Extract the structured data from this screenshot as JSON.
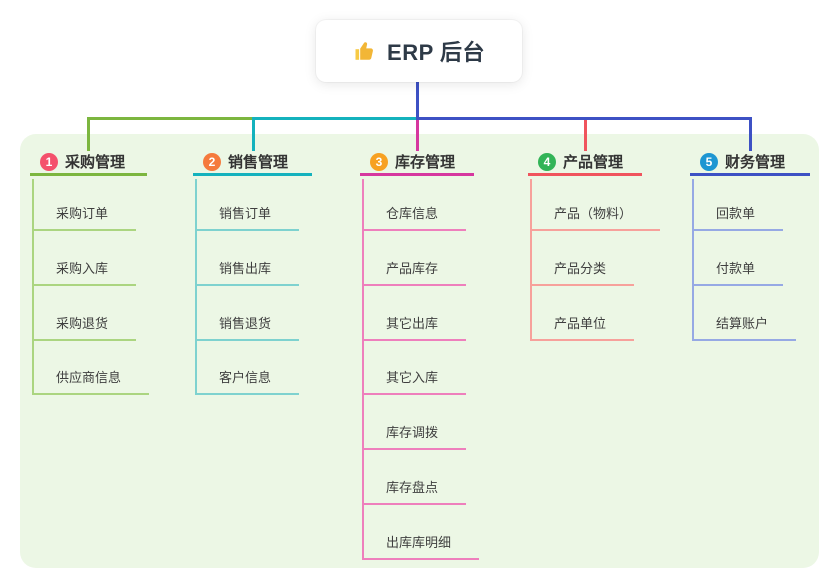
{
  "root": {
    "title": "ERP 后台",
    "icon": "thumbs-up-icon",
    "icon_color": "#f2b636",
    "connector_color": "#3d51c4"
  },
  "canvas": {
    "background": "#ffffff",
    "panel_color": "#ecf7e5"
  },
  "branches": [
    {
      "num": "1",
      "label": "采购管理",
      "badge_color": "#f4516c",
      "line_color": "#7cb63f",
      "child_line_color": "#abd580",
      "children": [
        "采购订单",
        "采购入库",
        "采购退货",
        "供应商信息"
      ]
    },
    {
      "num": "2",
      "label": "销售管理",
      "badge_color": "#f57a3d",
      "line_color": "#14b2bd",
      "child_line_color": "#7ed2cf",
      "children": [
        "销售订单",
        "销售出库",
        "销售退货",
        "客户信息"
      ]
    },
    {
      "num": "3",
      "label": "库存管理",
      "badge_color": "#f7a122",
      "line_color": "#d6379f",
      "child_line_color": "#ee7fbc",
      "children": [
        "仓库信息",
        "产品库存",
        "其它出库",
        "其它入库",
        "库存调拨",
        "库存盘点",
        "出库库明细"
      ]
    },
    {
      "num": "4",
      "label": "产品管理",
      "badge_color": "#32b457",
      "line_color": "#f0545d",
      "child_line_color": "#f7a19b",
      "children": [
        "产品（物料）",
        "产品分类",
        "产品单位"
      ]
    },
    {
      "num": "5",
      "label": "财务管理",
      "badge_color": "#1d96d2",
      "line_color": "#3d51c4",
      "child_line_color": "#96a9e4",
      "children": [
        "回款单",
        "付款单",
        "结算账户"
      ]
    }
  ]
}
